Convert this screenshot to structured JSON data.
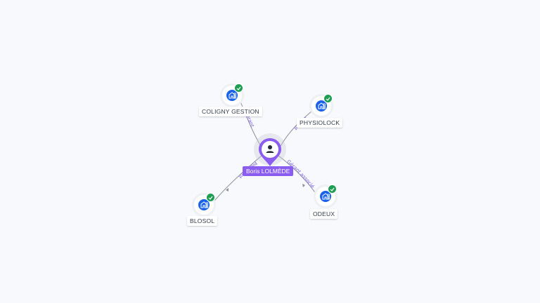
{
  "center": {
    "name": "Boris LOLMÈDE",
    "icon": "person-icon"
  },
  "companies": [
    {
      "name": "COLIGNY GESTION",
      "icon": "company-building-icon",
      "status": "verified"
    },
    {
      "name": "PHYSIOLOCK",
      "icon": "company-building-icon",
      "status": "verified"
    },
    {
      "name": "ODEUX",
      "icon": "company-building-icon",
      "status": "verified"
    },
    {
      "name": "BLOSOL",
      "icon": "company-building-icon",
      "status": "verified"
    }
  ],
  "edges": [
    {
      "label": "Gérant"
    },
    {
      "label": "Gérant"
    },
    {
      "label": "Gérant associé"
    },
    {
      "label": "Président"
    }
  ],
  "colors": {
    "center": "#8a5cf0",
    "company_badge": "#1a63e8",
    "check": "#1e9e52",
    "edge_label": "#7b5ce0"
  }
}
